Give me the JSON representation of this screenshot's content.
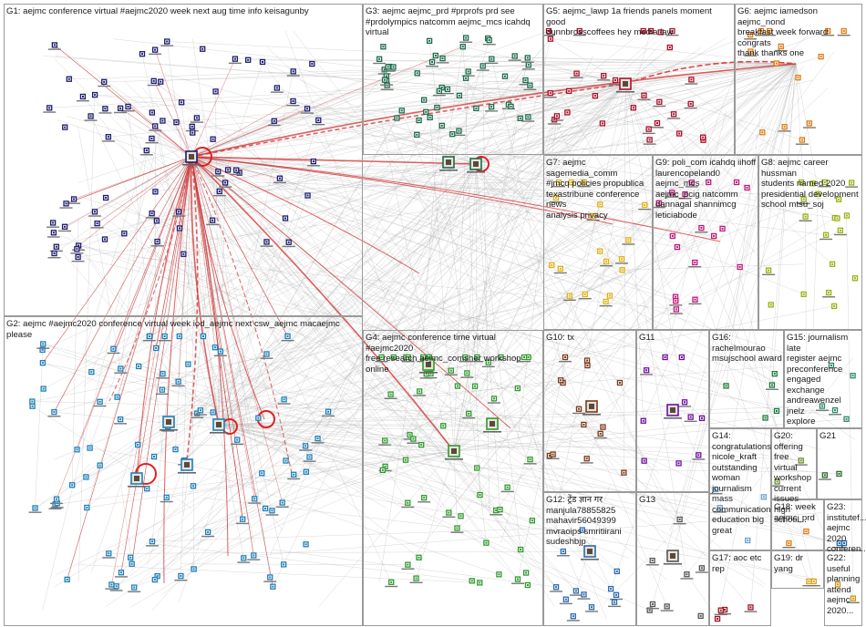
{
  "groups": [
    {
      "id": "G1",
      "label": "G1: aejmc conference virtual #aejmc2020 week next aug time info keisagunby",
      "color": "#1c1c6e"
    },
    {
      "id": "G2",
      "label": "G2: aejmc #aejmc2020 conference virtual week iod_aejmc next csw_aejmc macaejmc please",
      "color": "#1e7fb8"
    },
    {
      "id": "G3",
      "label": "G3: aejmc aejmc_prd #prprofs prd see\n#prdolympics natcomm aejmc_mcs icahdq virtual",
      "color": "#1b6b4a"
    },
    {
      "id": "G4",
      "label": "G4: aejmc conference time virtual #aejmc2020\nfree research aejmc_comsher workshop online",
      "color": "#2e9a2e"
    },
    {
      "id": "G5",
      "label": "G5: aejmc_lawp 1a friends panels moment good\ndunnbrosscoffees hey media law",
      "color": "#a8102a"
    },
    {
      "id": "G6",
      "label": "G6: aejmc iamedson aejmc_nond\nbreakfast week forward congrats\nthank thanks one",
      "color": "#e07a10"
    },
    {
      "id": "G7",
      "label": "G7: aejmc sagemedia_comm\n#jmcq policies propublica\ntexastribune conference news\nanalysis privacy",
      "color": "#e0b010"
    },
    {
      "id": "G8",
      "label": "G8: aejmc career hussman\nstudents named 2020\npresidential development\nschool mtsu_soj",
      "color": "#9ab010"
    },
    {
      "id": "G9",
      "label": "G9: poli_com icahdq iihoff\nlaurencopeland0 aejmc_mcs\naejmc_pcig natcomm\ndannagal shannimcg\nleticiabode",
      "color": "#c0187a"
    },
    {
      "id": "G10",
      "label": "G10: tx",
      "color": "#7a3a1a"
    },
    {
      "id": "G11",
      "label": "G11",
      "color": "#7010a0"
    },
    {
      "id": "G12",
      "label": "G12: ट्रेंड ज्ञान गर\nmanjula78855825\nmahavir56049399\nmvraoips smritiirani\nsudeshbjp",
      "color": "#2a6ab0"
    },
    {
      "id": "G13",
      "label": "G13",
      "color": "#555555"
    },
    {
      "id": "G14",
      "label": "G14:\ncongratulations\nnicole_kraft\noutstanding\nwoman\njournalism mass\ncommunication\neducation big\ngreat",
      "color": "#6aa0d0"
    },
    {
      "id": "G15",
      "label": "G15: journalism late\nregister aejmc\npreconference\nengaged exchange\nandreawenzel jnelz\nexplore",
      "color": "#2a8a6a"
    },
    {
      "id": "G16",
      "label": "G16: rachelmourao\nmsujschool award",
      "color": "#1a7a3a"
    },
    {
      "id": "G17",
      "label": "G17: aoc etc rep",
      "color": "#a01020"
    },
    {
      "id": "G18",
      "label": "G18: week\naejmc_prd",
      "color": "#e07a10"
    },
    {
      "id": "G19",
      "label": "G19: dr yang",
      "color": "#e0a010"
    },
    {
      "id": "G20",
      "label": "G20:\noffering free\nvirtual\nworkshop\ncurrent\nissues high\nschool...",
      "color": "#6a8a2a"
    },
    {
      "id": "G21",
      "label": "G21",
      "color": "#2a6a2a"
    },
    {
      "id": "G22",
      "label": "G22:\nuseful\nplanning\nattend\naejmc\n2020...",
      "color": "#d09010"
    },
    {
      "id": "G23",
      "label": "G23:\ninstitutef...\naejmc\n2020\nconferen...",
      "color": "#1a6ab0"
    }
  ],
  "legend": {
    "edge_color_main": "#d02020",
    "edge_color_background": "#b0b0b0"
  }
}
